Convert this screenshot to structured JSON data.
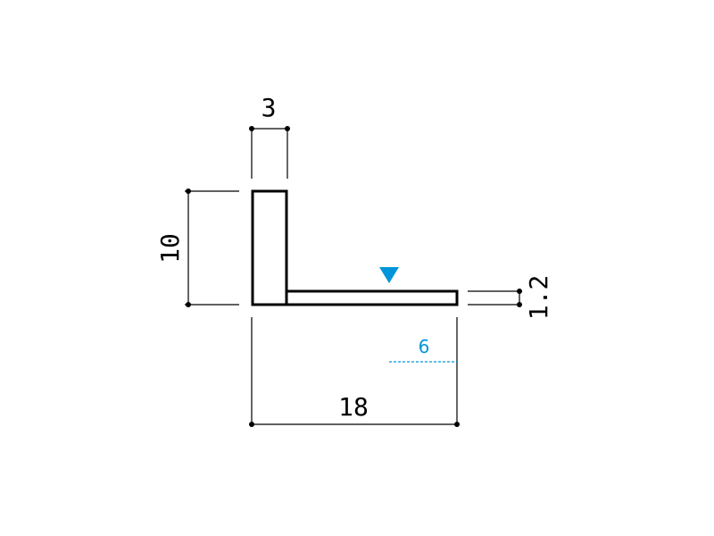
{
  "dimensions": {
    "top_width": "3",
    "left_height": "10",
    "right_thickness": "1.2",
    "bottom_length": "18",
    "marker_offset": "6"
  },
  "colors": {
    "outline": "#000000",
    "accent": "#0095d9"
  },
  "icons": {
    "marker": "triangle-down-icon"
  }
}
